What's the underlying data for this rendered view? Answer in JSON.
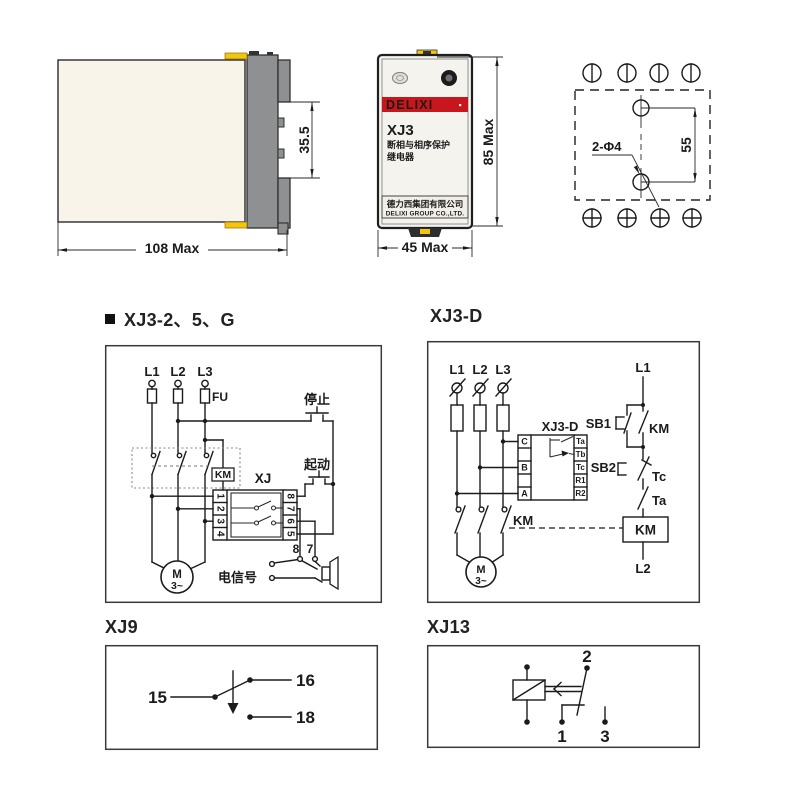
{
  "page": {
    "background": "#ffffff",
    "ink": "#1b1b1b",
    "accent_red": "#c8161d",
    "accent_yellow": "#f3c50c",
    "body_cream": "#f8f4ea",
    "metal_gray": "#8f9092"
  },
  "side_view": {
    "dim_width": "108 Max",
    "dim_notch": "35.5"
  },
  "front_view": {
    "brand": "DELIXI",
    "model": "XJ3",
    "desc1": "断相与相序保护",
    "desc2": "继电器",
    "company_cn": "德力西集团有限公司",
    "company_en": "DELIXI GROUP CO.,LTD.",
    "dim_width": "45 Max",
    "dim_height": "85 Max"
  },
  "mount_view": {
    "holes": "2-Φ4",
    "spacing": "55"
  },
  "sec1": {
    "title": "XJ3-2、5、G",
    "l1": "L1",
    "l2": "L2",
    "l3": "L3",
    "fu": "FU",
    "stop": "停止",
    "start": "起动",
    "km": "KM",
    "xj": "XJ",
    "t_left": [
      "1",
      "2",
      "3",
      "4"
    ],
    "t_right": [
      "8",
      "7",
      "6",
      "5"
    ],
    "sig8": "8",
    "sig7": "7",
    "signal": "电信号",
    "motor": "M",
    "motor_ph": "3~"
  },
  "sec2": {
    "title": "XJ3-D",
    "l1": "L1",
    "l2": "L2",
    "l3": "L3",
    "device": "XJ3-D",
    "t_left": [
      "C",
      "B",
      "A"
    ],
    "t_right": [
      "Ta",
      "Tb",
      "Tc",
      "R1",
      "R2"
    ],
    "km": "KM",
    "motor": "M",
    "motor_ph": "3~",
    "ctrl_l1": "L1",
    "sb1": "SB1",
    "km_aux": "KM",
    "sb2": "SB2",
    "tc": "Tc",
    "ta": "Ta",
    "coil": "KM",
    "ctrl_l2": "L2"
  },
  "sec3": {
    "title": "XJ9",
    "t15": "15",
    "t16": "16",
    "t18": "18"
  },
  "sec4": {
    "title": "XJ13",
    "t1": "1",
    "t2": "2",
    "t3": "3"
  }
}
